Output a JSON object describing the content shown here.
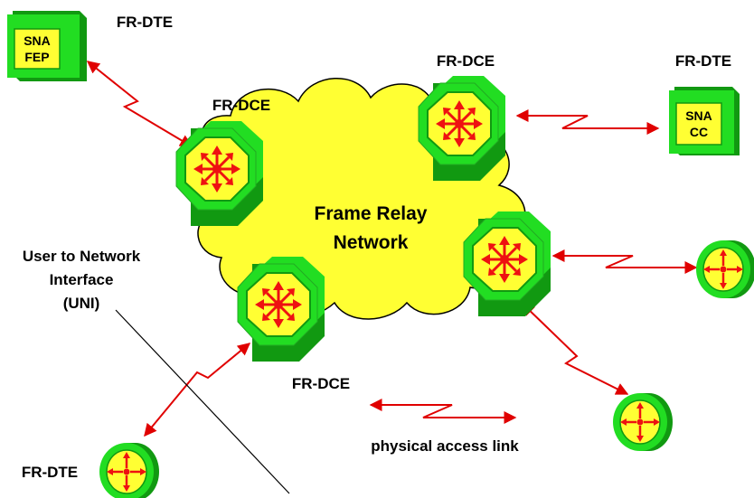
{
  "colors": {
    "cloud": "#ffff33",
    "device_green": "#22dd22",
    "device_dark_green": "#119911",
    "device_face": "#ffff33",
    "arrow_red": "#ee1111",
    "link_red": "#e00000",
    "line": "#000000"
  },
  "icons": [
    "fr-switch-icon",
    "router-icon",
    "sna-device-icon"
  ],
  "network": {
    "line1": "Frame Relay",
    "line2": "Network"
  },
  "labels": {
    "fr_dte_top_left": "FR-DTE",
    "fr_dce_left": "FR-DCE",
    "fr_dce_top": "FR-DCE",
    "fr_dte_top_right": "FR-DTE",
    "fr_dce_bottom": "FR-DCE",
    "fr_dte_bottom_left": "FR-DTE",
    "uni_line1": "User to Network",
    "uni_line2": "Interface",
    "uni_line3": "(UNI)",
    "legend": "physical access link"
  },
  "devices": {
    "sna_fep": {
      "line1": "SNA",
      "line2": "FEP"
    },
    "sna_cc": {
      "line1": "SNA",
      "line2": "CC"
    }
  }
}
